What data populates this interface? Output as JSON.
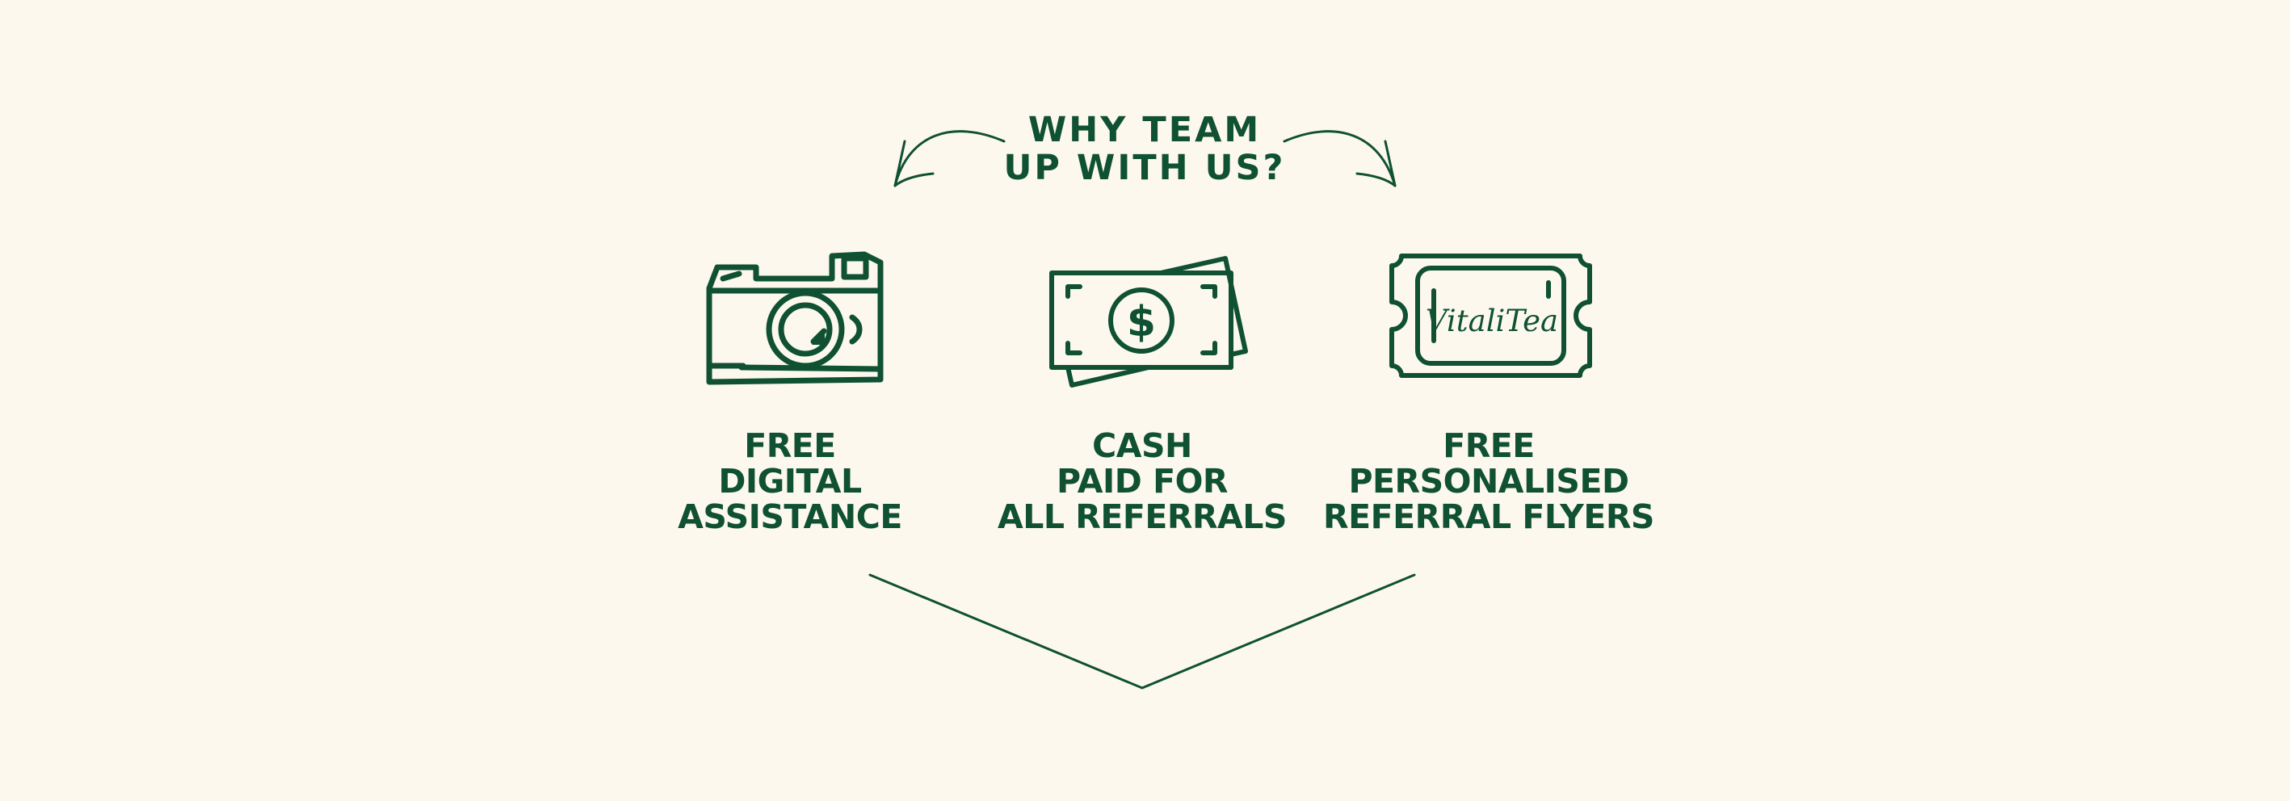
{
  "brand": {
    "color": "#0f5132",
    "background": "#fdf8ee"
  },
  "heading": {
    "line1": "WHY TEAM",
    "line2": "UP WITH US?"
  },
  "features": [
    {
      "icon": "camera-icon",
      "lines": [
        "FREE",
        "DIGITAL",
        "ASSISTANCE"
      ]
    },
    {
      "icon": "cash-icon",
      "currency_symbol": "$",
      "lines": [
        "CASH",
        "PAID FOR",
        "ALL REFERRALS"
      ]
    },
    {
      "icon": "ticket-icon",
      "ticket_text": "VitaliTea",
      "lines": [
        "FREE",
        "PERSONALISED",
        "REFERRAL FLYERS"
      ]
    }
  ]
}
